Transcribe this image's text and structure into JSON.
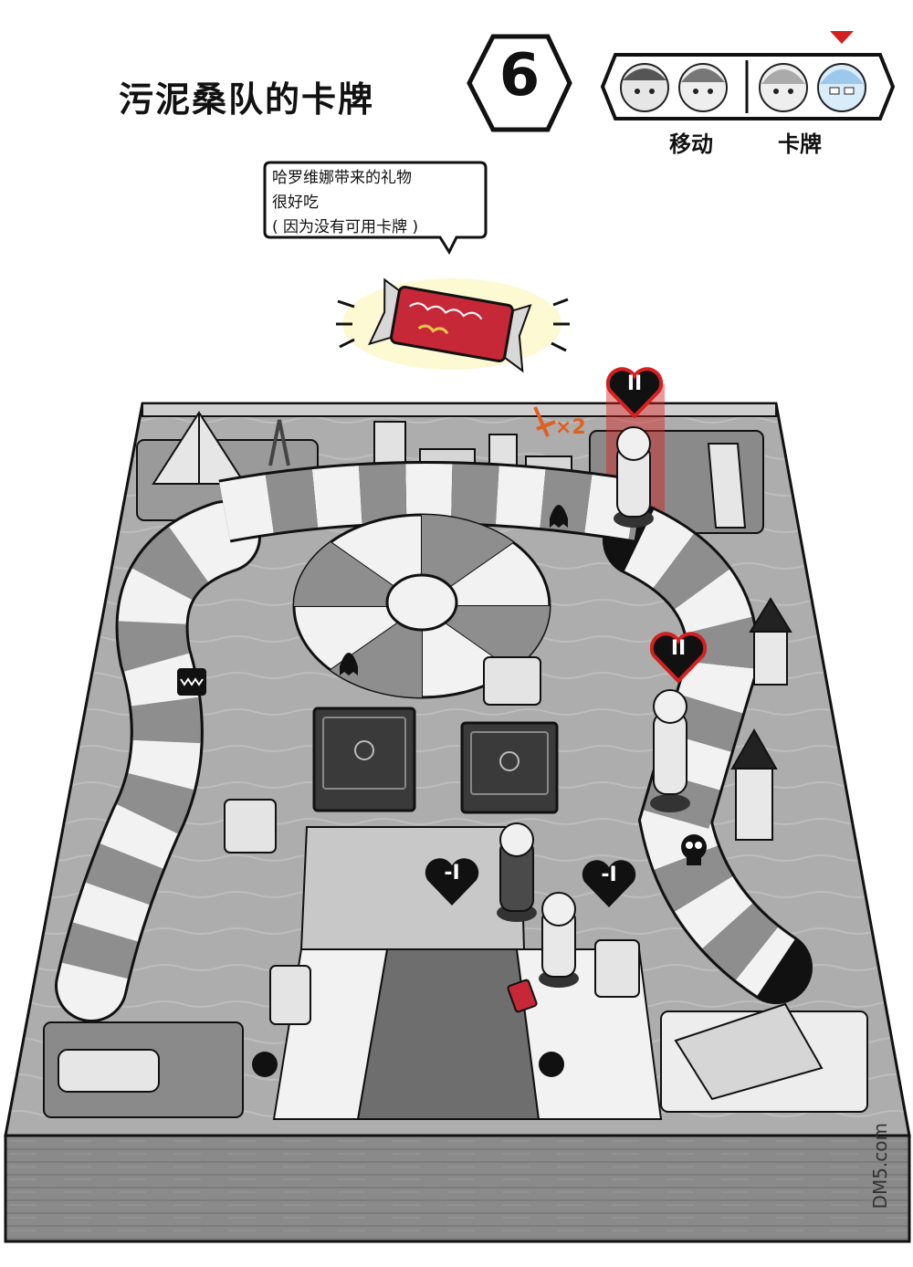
{
  "header": {
    "title": "污泥桑队的卡牌",
    "round": "6"
  },
  "turn_order": {
    "phases": [
      "移动",
      "卡牌"
    ],
    "active_phase": "卡牌"
  },
  "speech_bubble": {
    "lines": [
      "哈罗维娜带来的礼物",
      "很好吃",
      "( 因为没有可用卡牌 )"
    ]
  },
  "board": {
    "damage_label": "×2",
    "hp_badges": [
      "II",
      "II",
      "-I",
      "-I"
    ],
    "colors": {
      "board_top": "#a9a9a9",
      "board_side": "#7d7d7d",
      "path_dark": "#8e8e8e",
      "path_light": "#f2f2f2",
      "card_back": "#3a3a3a",
      "heart_red": "#d42020",
      "candy_red": "#c62838",
      "accent_orange": "#e06020"
    }
  },
  "watermark": "DM5.com"
}
